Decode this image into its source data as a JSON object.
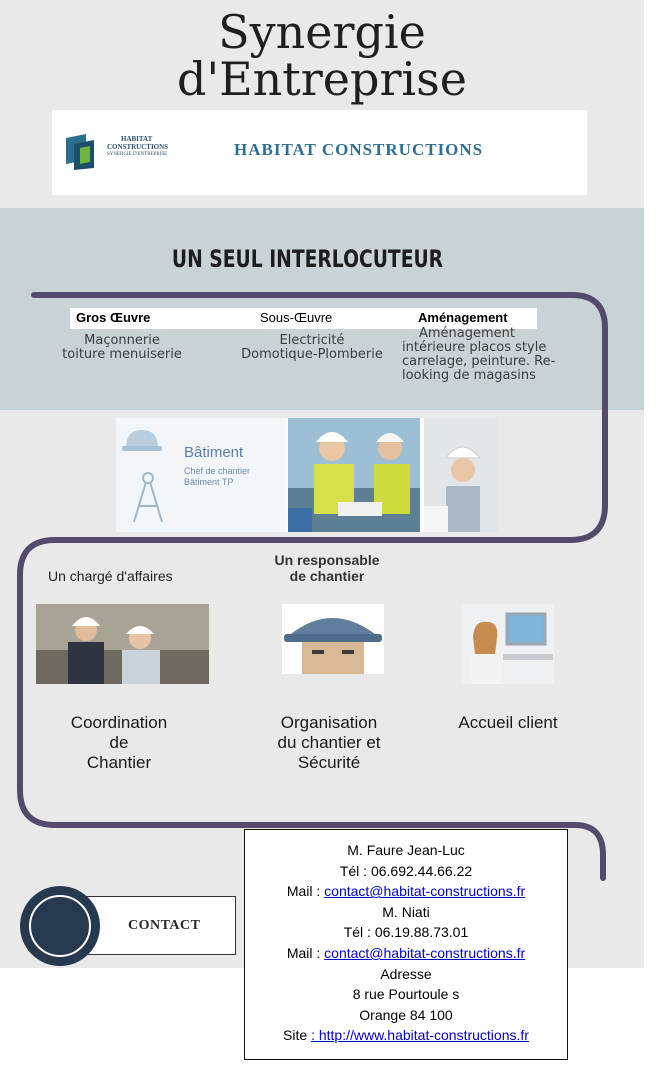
{
  "header": {
    "title_line1": "Synergie",
    "title_line2": "d'Entreprise"
  },
  "logo": {
    "small_line1": "HABITAT",
    "small_line2": "CONSTRUCTIONS",
    "small_line3": "SYNERGIE D'ENTREPRISE",
    "main_text": "HABITAT CONSTRUCTIONS"
  },
  "headline": "UN SEUL INTERLOCUTEUR",
  "columns": [
    {
      "heading": "Gros Œuvre",
      "body_line1": "Maçonnerie",
      "body_line2": "toiture menuiserie"
    },
    {
      "heading": "Sous-Œuvre",
      "body_line1": "Electricité",
      "body_line2": "Domotique-Plomberie"
    },
    {
      "heading": "Aménagement",
      "body_line1": "Aménagement",
      "body_line2": "intérieure placos  style",
      "body_line3": "carrelage, peinture. Re-",
      "body_line4": "looking de magasins"
    }
  ],
  "banner": {
    "title": "Bâtiment",
    "sub_line1": "Chef de chantier",
    "sub_line2": "Bâtiment TP"
  },
  "roles": {
    "affaires": "Un chargé d'affaires",
    "chantier_line1": "Un responsable",
    "chantier_line2": "de chantier"
  },
  "duties": [
    {
      "line1": "Coordination",
      "line2": "de",
      "line3": "Chantier"
    },
    {
      "line1": "Organisation",
      "line2": "du chantier et",
      "line3": "Sécurité"
    },
    {
      "line1": "Accueil client"
    }
  ],
  "contact": {
    "button_label": "CONTACT",
    "person1": "M. Faure Jean-Luc",
    "tel1": "Tél : 06.692.44.66.22",
    "mail_label": "Mail : ",
    "email": "contact@habitat-constructions.fr",
    "person2": "M. Niati",
    "tel2": "Tél : 06.19.88.73.01",
    "address_label": "Adresse",
    "street": "8 rue Pourtoule s",
    "city": "Orange 84 100",
    "site_label": "Site ",
    "site_url": ": http://www.habitat-constructions.fr"
  },
  "colors": {
    "path": "#544a6b",
    "band": "#c9d3d6",
    "circle": "#26394f",
    "brand": "#2d6e93"
  }
}
